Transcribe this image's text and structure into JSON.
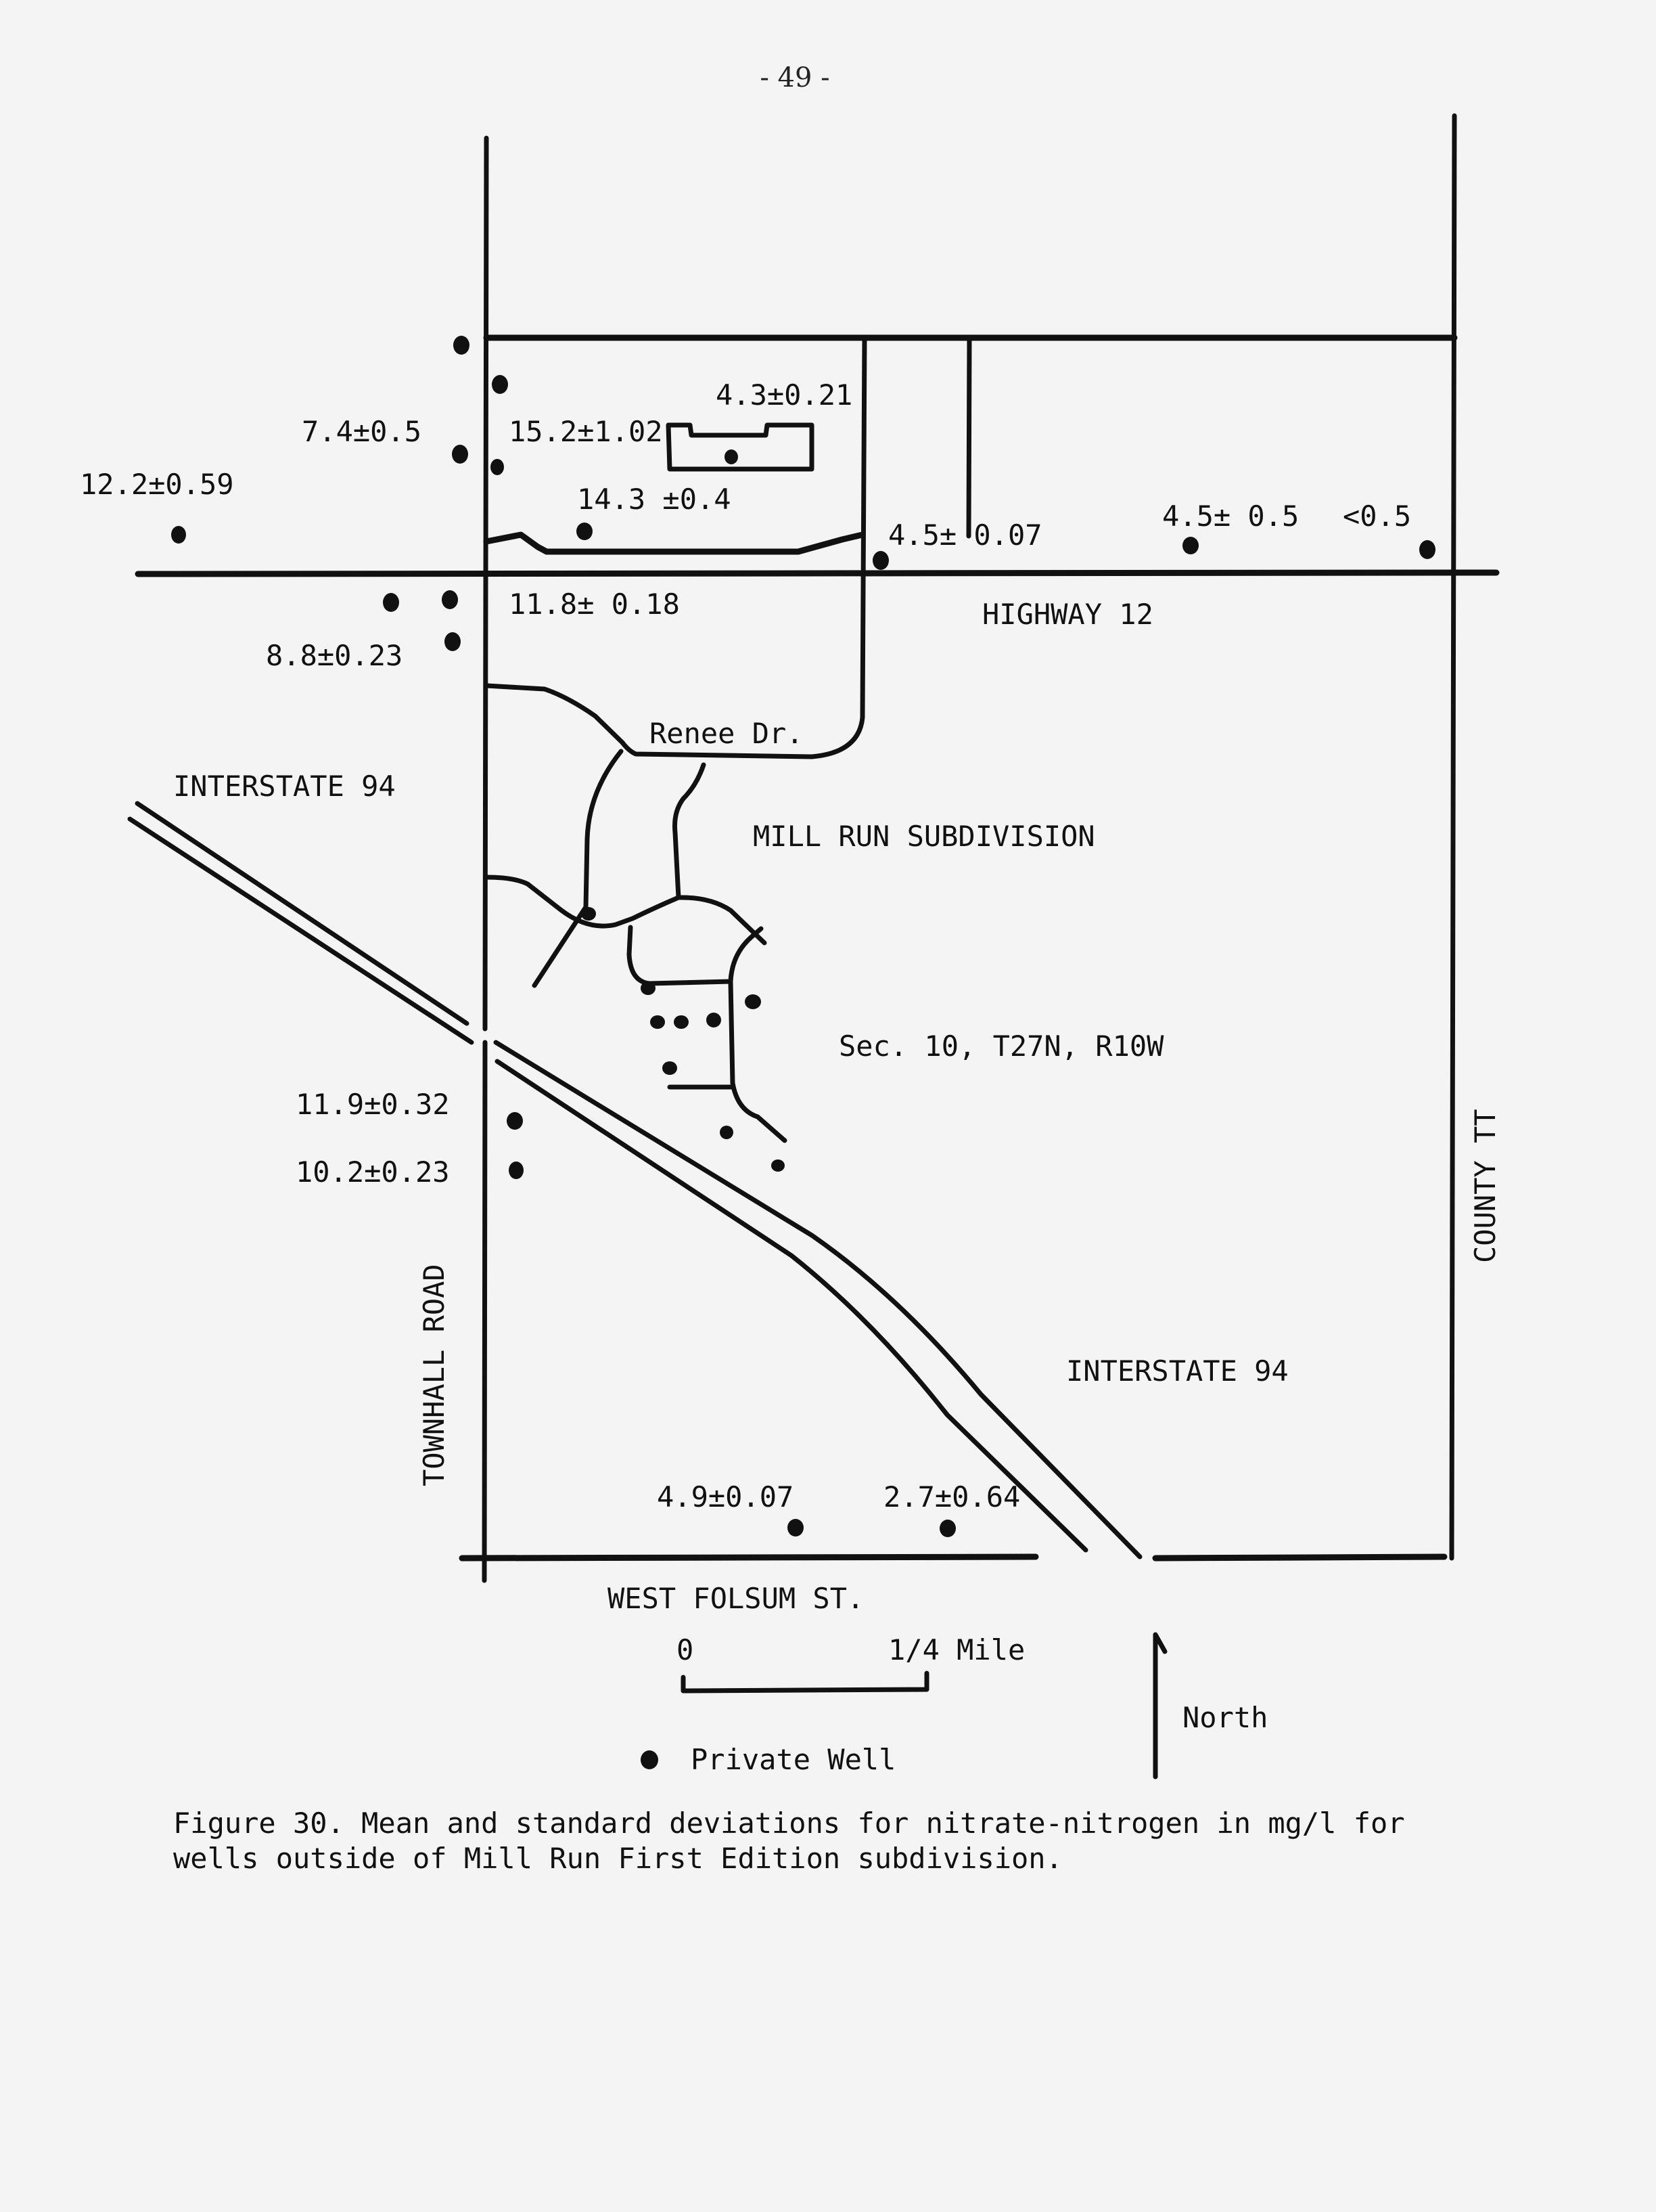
{
  "page": {
    "number": "- 49 -"
  },
  "map": {
    "roads": {
      "highway_12": "HIGHWAY 12",
      "interstate_94_west": "INTERSTATE 94",
      "interstate_94_east": "INTERSTATE 94",
      "townhall_road": "TOWNHALL   ROAD",
      "county_tt": "COUNTY   TT",
      "west_folsum": "WEST  FOLSUM  ST.",
      "renee_dr": "Renee Dr."
    },
    "areas": {
      "subdivision": "MILL RUN SUBDIVISION",
      "section": "Sec. 10, T27N, R10W"
    },
    "well_readings": [
      {
        "label": "12.2±0.59",
        "mean": 12.2,
        "sd": 0.59
      },
      {
        "label": "7.4±0.5",
        "mean": 7.4,
        "sd": 0.5
      },
      {
        "label": "15.2±1.02",
        "mean": 15.2,
        "sd": 1.02
      },
      {
        "label": "4.3±0.21",
        "mean": 4.3,
        "sd": 0.21
      },
      {
        "label": "14.3 ±0.4",
        "mean": 14.3,
        "sd": 0.4
      },
      {
        "label": "4.5± 0.07",
        "mean": 4.5,
        "sd": 0.07
      },
      {
        "label": "4.5± 0.5",
        "mean": 4.5,
        "sd": 0.5
      },
      {
        "label": "<0.5",
        "mean": "<0.5",
        "sd": null
      },
      {
        "label": "11.8± 0.18",
        "mean": 11.8,
        "sd": 0.18
      },
      {
        "label": "8.8±0.23",
        "mean": 8.8,
        "sd": 0.23
      },
      {
        "label": "11.9±0.32",
        "mean": 11.9,
        "sd": 0.32
      },
      {
        "label": "10.2±0.23",
        "mean": 10.2,
        "sd": 0.23
      },
      {
        "label": "4.9±0.07",
        "mean": 4.9,
        "sd": 0.07
      },
      {
        "label": "2.7±0.64",
        "mean": 2.7,
        "sd": 0.64
      }
    ],
    "scale": {
      "start": "0",
      "end": "1/4 Mile"
    },
    "north": "North",
    "legend": {
      "well_label": "Private Well",
      "well_icon": "filled-dot"
    },
    "colors": {
      "ink": "#111111",
      "paper": "#f4f4f4"
    }
  },
  "caption": {
    "line1": "Figure 30. Mean and standard deviations for nitrate-nitrogen in mg/l for",
    "line2": "wells outside of Mill Run First Edition subdivision."
  }
}
